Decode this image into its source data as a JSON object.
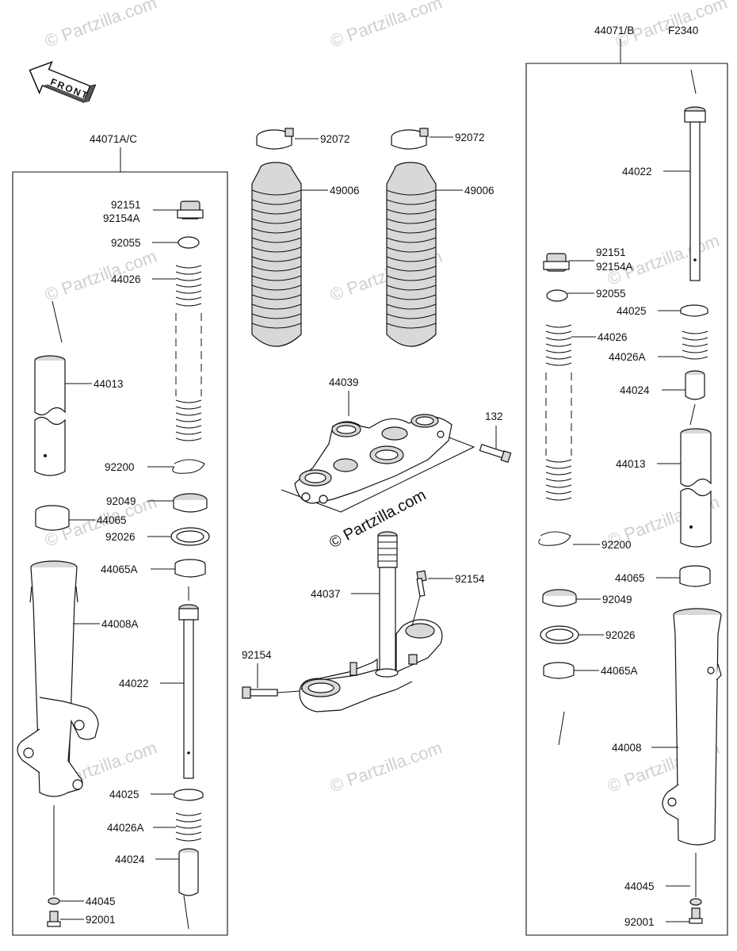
{
  "diagram_code": "F2340",
  "front_label": "FRONT",
  "watermark": "© Partzilla.com",
  "watermark_center": "© Partzilla.com",
  "left_assembly": {
    "header": "44071A/C",
    "labels": [
      "92151",
      "92154A",
      "92055",
      "44026",
      "44013",
      "92200",
      "92049",
      "44065",
      "92026",
      "44065A",
      "44008A",
      "44022",
      "44025",
      "44026A",
      "44024",
      "44045",
      "92001"
    ]
  },
  "right_assembly": {
    "header": "44071/B",
    "labels": [
      "44022",
      "92151",
      "92154A",
      "92055",
      "44025",
      "44026",
      "44026A",
      "44024",
      "44013",
      "92200",
      "44065",
      "92049",
      "92026",
      "44065A",
      "44008",
      "44045",
      "92001"
    ]
  },
  "center": {
    "labels": [
      "92072",
      "49006",
      "92072",
      "49006",
      "44039",
      "132",
      "44037",
      "92154",
      "92154"
    ]
  }
}
